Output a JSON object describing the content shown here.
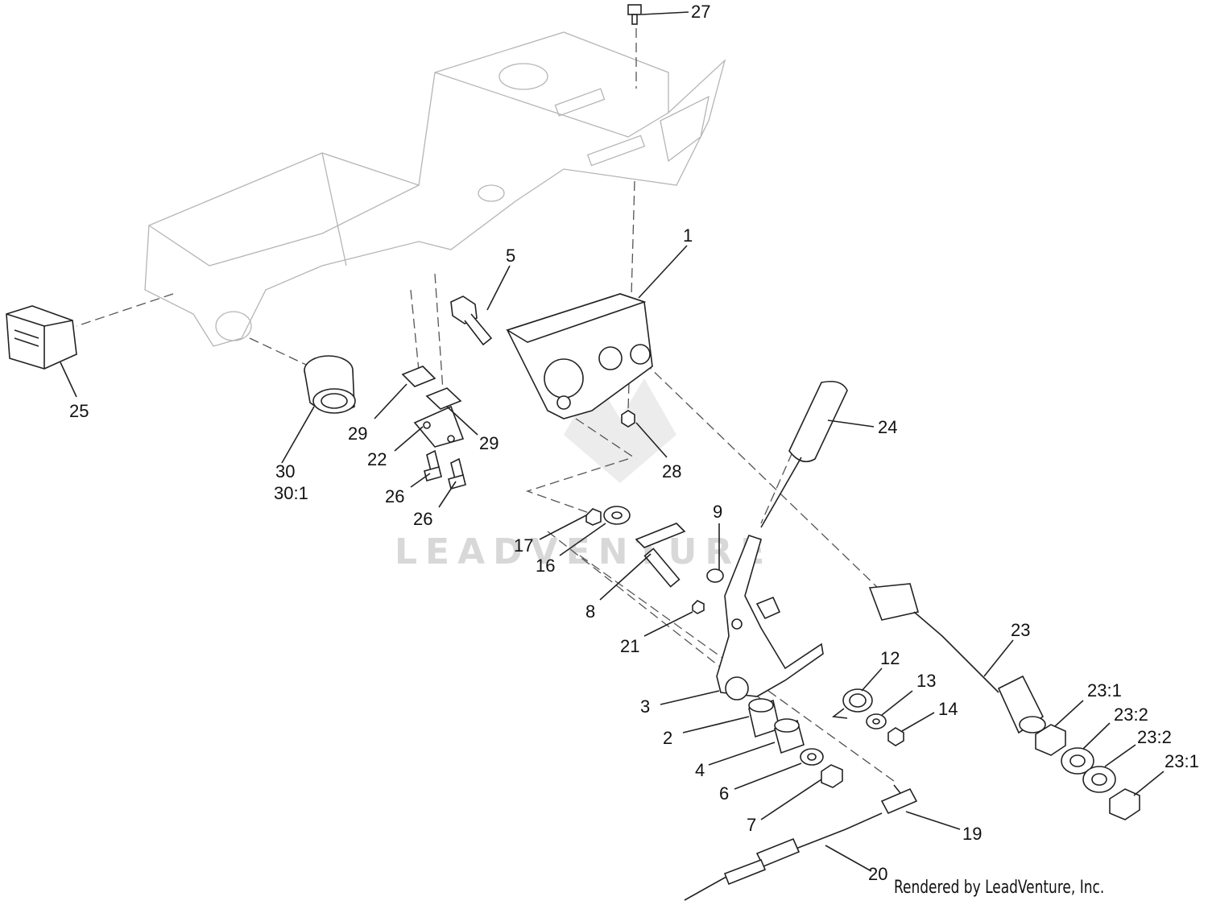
{
  "watermark": "LEADVENTURE",
  "credit": "Rendered by LeadVenture, Inc.",
  "callouts": {
    "c27": "27",
    "c1": "1",
    "c5": "5",
    "c24": "24",
    "c28": "28",
    "c25": "25",
    "c29a": "29",
    "c29b": "29",
    "c22": "22",
    "c30": "30",
    "c30_1": "30:1",
    "c26a": "26",
    "c26b": "26",
    "c9": "9",
    "c17": "17",
    "c16": "16",
    "c8": "8",
    "c21": "21",
    "c23": "23",
    "c12": "12",
    "c13": "13",
    "c14": "14",
    "c3": "3",
    "c2": "2",
    "c4": "4",
    "c6": "6",
    "c7": "7",
    "c19": "19",
    "c20": "20",
    "c23_1a": "23:1",
    "c23_2a": "23:2",
    "c23_2b": "23:2",
    "c23_1b": "23:1"
  }
}
